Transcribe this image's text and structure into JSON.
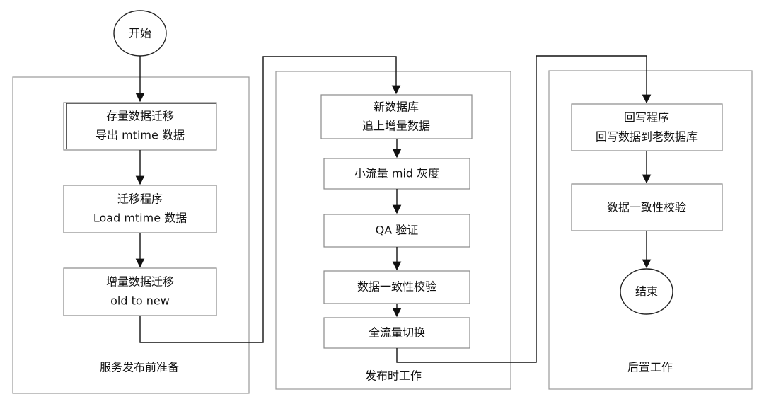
{
  "start": {
    "label": "开始"
  },
  "end": {
    "label": "结束"
  },
  "panels": {
    "prep": {
      "title": "服务发布前准备"
    },
    "release": {
      "title": "发布时工作"
    },
    "post": {
      "title": "后置工作"
    }
  },
  "steps": {
    "prep_1": {
      "line1": "存量数据迁移",
      "line2": "导出 mtime 数据"
    },
    "prep_2": {
      "line1": "迁移程序",
      "line2": "Load mtime 数据"
    },
    "prep_3": {
      "line1": "增量数据迁移",
      "line2": "old to new"
    },
    "release_1": {
      "line1": "新数据库",
      "line2": "追上增量数据"
    },
    "release_2": {
      "label": "小流量 mid 灰度"
    },
    "release_3": {
      "label": "QA 验证"
    },
    "release_4": {
      "label": "数据一致性校验"
    },
    "release_5": {
      "label": "全流量切换"
    },
    "post_1": {
      "line1": "回写程序",
      "line2": "回写数据到老数据库"
    },
    "post_2": {
      "label": "数据一致性校验"
    }
  }
}
